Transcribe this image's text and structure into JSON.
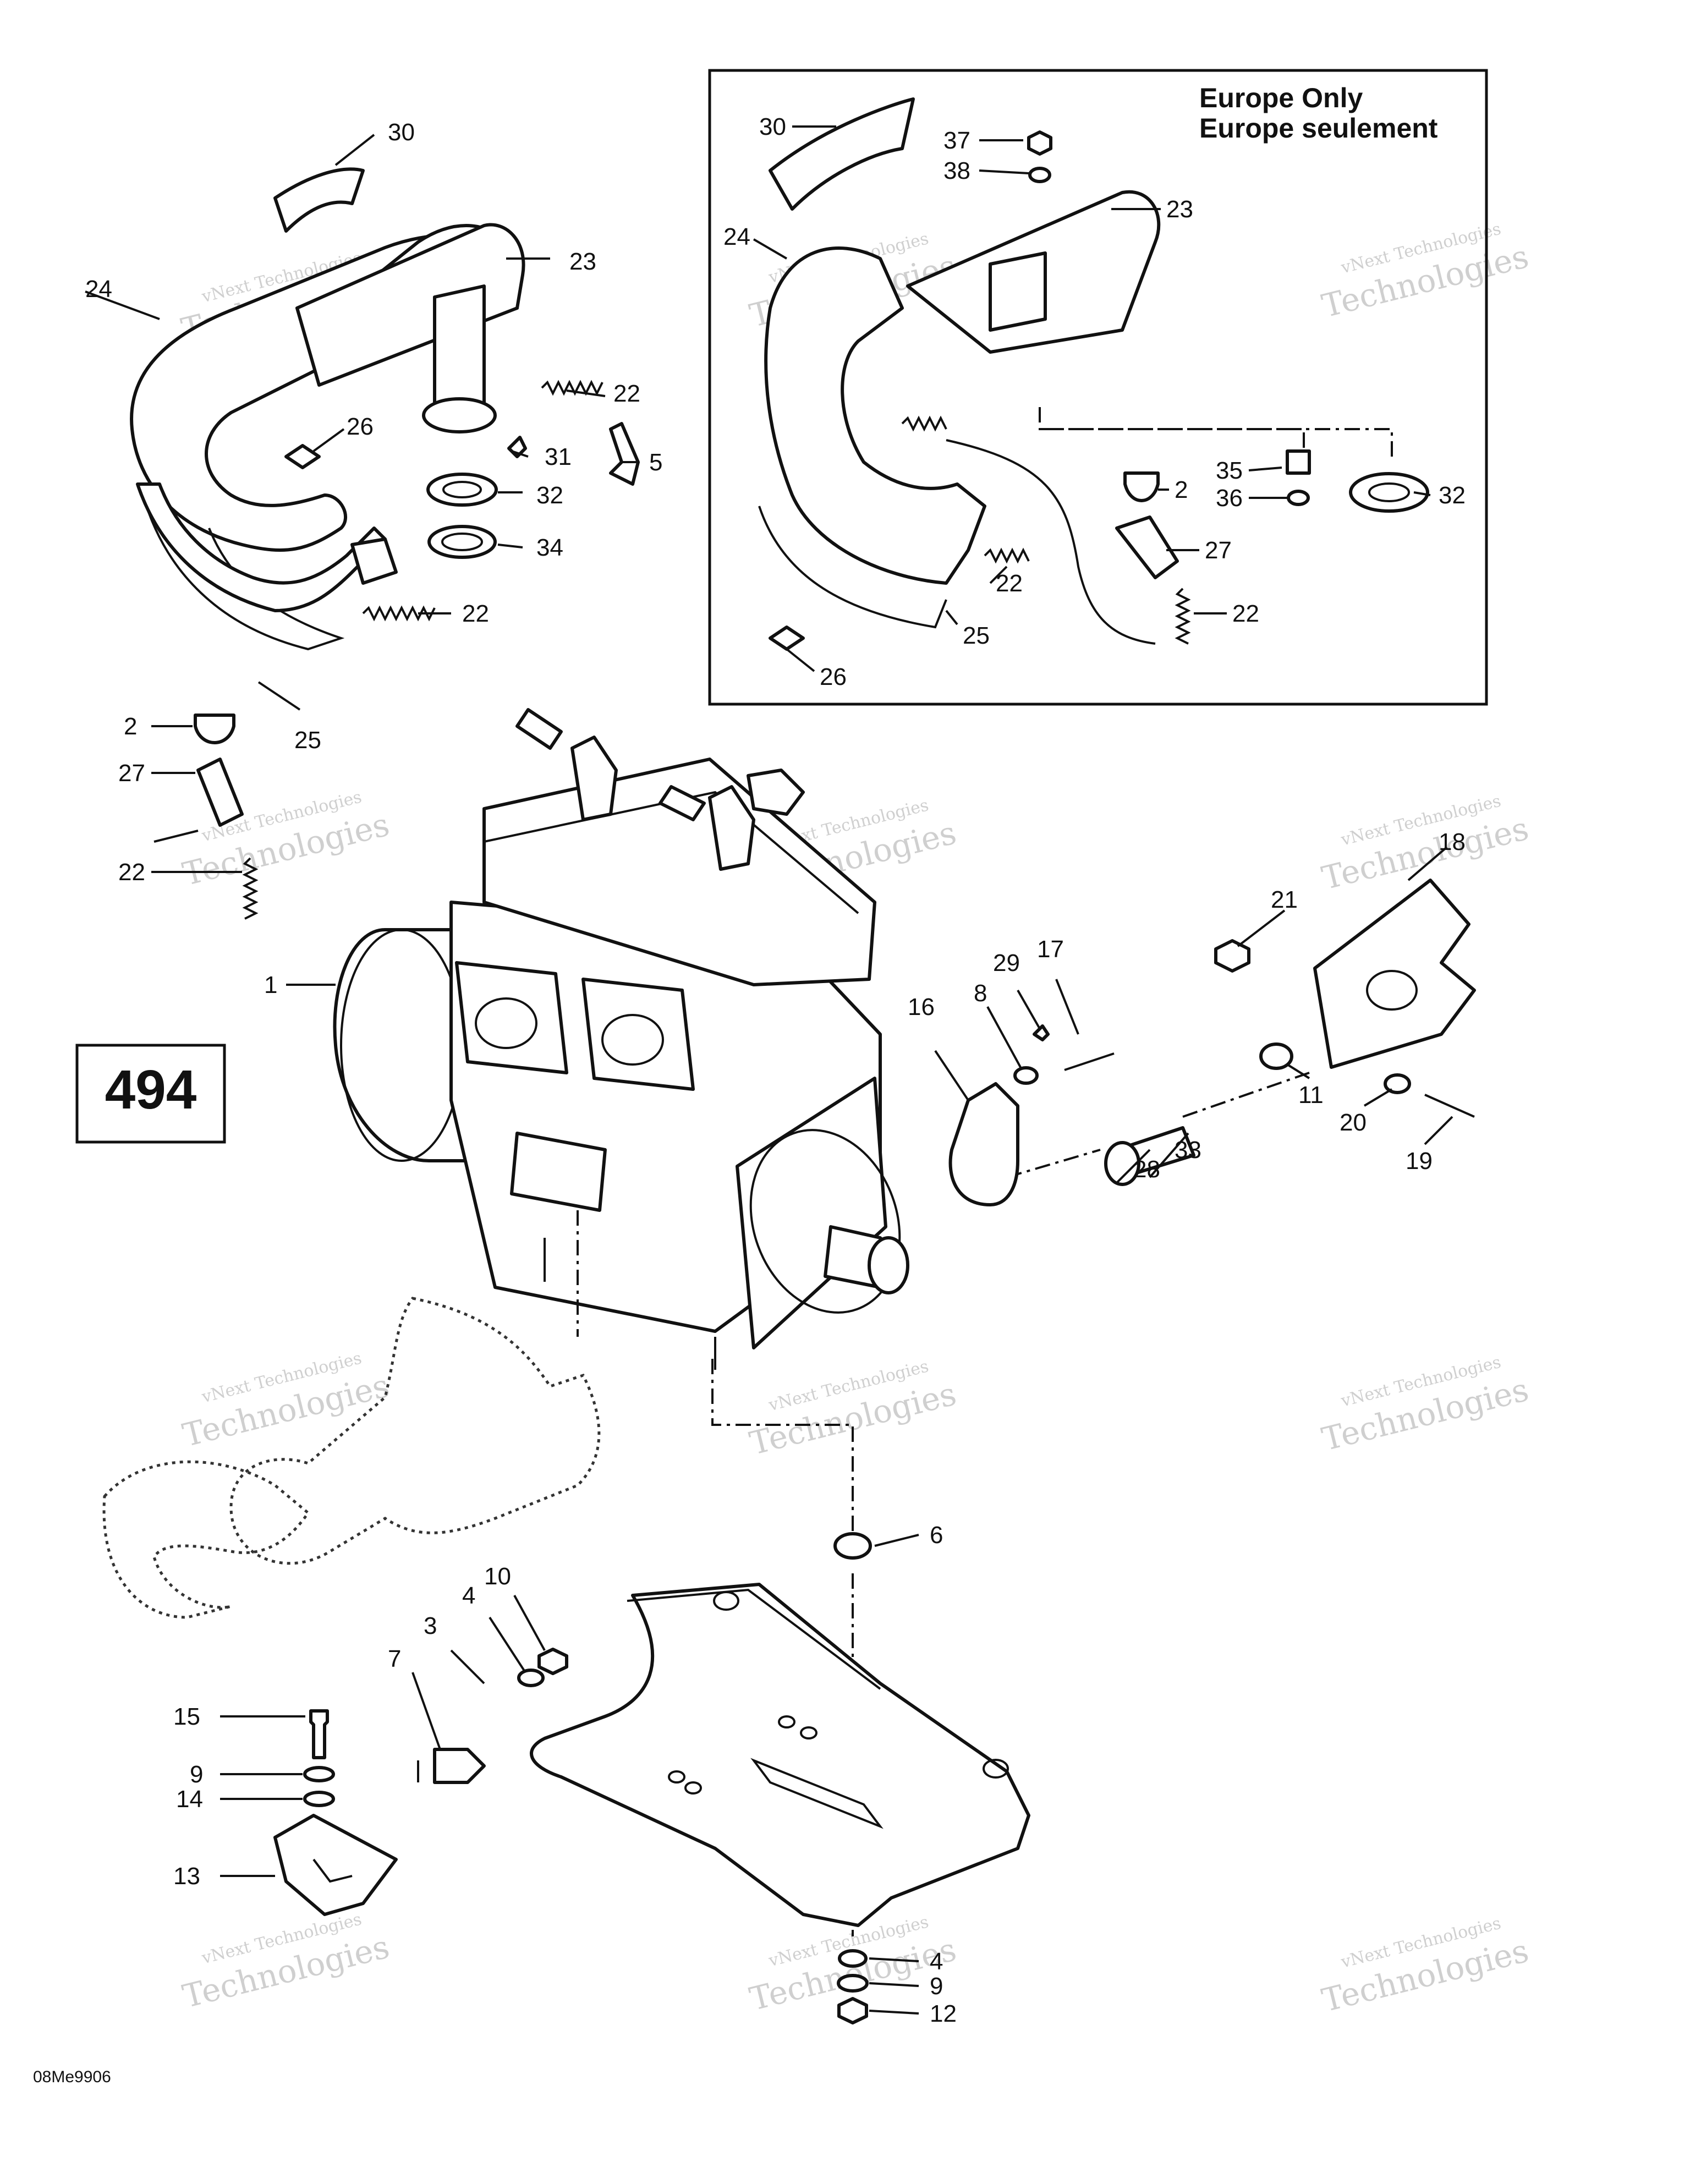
{
  "inset": {
    "title_en": "Europe Only",
    "title_fr": "Europe seulement"
  },
  "page_number": "494",
  "figure_code": "08Me9906",
  "watermark": {
    "line1": "vNext Technologies",
    "line2": "Technologies"
  },
  "callouts": {
    "c1": "1",
    "c2a": "2",
    "c2b": "2",
    "c3": "3",
    "c4a": "4",
    "c4b": "4",
    "c5": "5",
    "c6": "6",
    "c7": "7",
    "c8": "8",
    "c9a": "9",
    "c9b": "9",
    "c10": "10",
    "c11": "11",
    "c12": "12",
    "c13": "13",
    "c14": "14",
    "c15": "15",
    "c16": "16",
    "c17": "17",
    "c18": "18",
    "c19": "19",
    "c20": "20",
    "c21": "21",
    "c22a": "22",
    "c22b": "22",
    "c22c": "22",
    "c22d": "22",
    "c22e": "22",
    "c23a": "23",
    "c23b": "23",
    "c24a": "24",
    "c24b": "24",
    "c25a": "25",
    "c25b": "25",
    "c26a": "26",
    "c26b": "26",
    "c27a": "27",
    "c27b": "27",
    "c28": "28",
    "c29": "29",
    "c30a": "30",
    "c30b": "30",
    "c31": "31",
    "c32a": "32",
    "c32b": "32",
    "c33": "33",
    "c34": "34",
    "c35": "35",
    "c36": "36",
    "c37": "37",
    "c38": "38"
  }
}
